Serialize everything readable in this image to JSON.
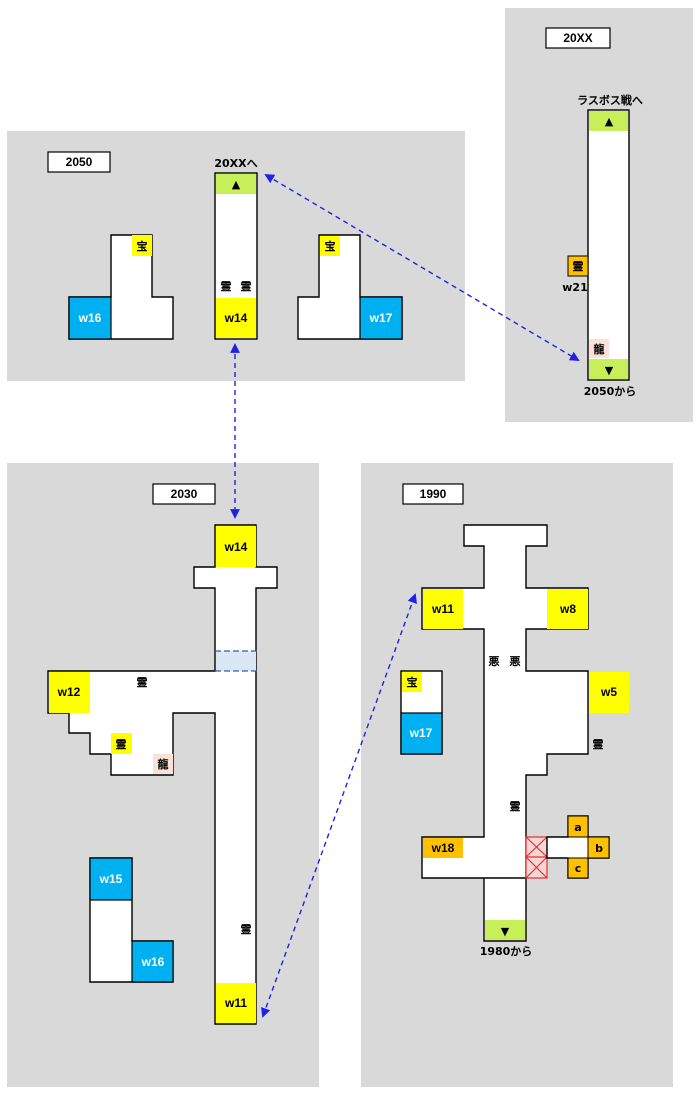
{
  "colors": {
    "panel": "#d9d9d9",
    "warp_yellow": "#ffff00",
    "warp_blue": "#00b0f0",
    "warp_orange": "#ffc000",
    "stairs_green": "#c6ef5a",
    "dragon_pink": "#fbe1d6",
    "arrow_blue": "#1f22e6",
    "blocked_red": "#e03030"
  },
  "panels": {
    "era_20xx": {
      "label": "20XX",
      "top_caption": "ラスボス戦へ",
      "bottom_caption": "2050から",
      "up_stairs": "▲",
      "down_stairs": "▼",
      "spirit_warp": "霊",
      "spirit_warp_caption": "w21",
      "dragon": "龍"
    },
    "era_2050": {
      "label": "2050",
      "caption_up": "20XXへ",
      "up_stairs": "▲",
      "left_treasure": "宝",
      "left_warp": "w16",
      "center_warp": "w14",
      "spirit_1": "霊",
      "spirit_2": "霊",
      "right_treasure": "宝",
      "right_warp": "w17"
    },
    "era_2030": {
      "label": "2030",
      "top_warp": "w14",
      "left_warp": "w12",
      "spirit_top": "霊",
      "spirit_mid": "霊",
      "dragon": "龍",
      "spirit_shaft": "霊",
      "bottom_warp": "w11",
      "blue_top": "w15",
      "blue_bottom": "w16"
    },
    "era_1990": {
      "label": "1990",
      "warp_left": "w11",
      "warp_right": "w8",
      "evil_1": "悪",
      "evil_2": "悪",
      "warp_w5": "w5",
      "spirit_right": "霊",
      "spirit_center": "霊",
      "treasure": "宝",
      "warp_w17": "w17",
      "warp_w18": "w18",
      "switch_a": "a",
      "switch_b": "b",
      "switch_c": "c",
      "down_stairs": "▼",
      "bottom_caption": "1980から"
    }
  }
}
